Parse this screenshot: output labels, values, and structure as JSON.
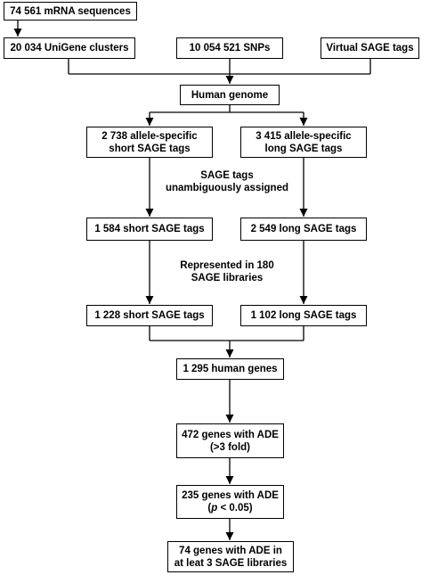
{
  "nodes": {
    "mrna": "74 561 mRNA sequences",
    "unigene": "20 034 UniGene clusters",
    "snps": "10 054 521 SNPs",
    "virtual_sage": "Virtual SAGE tags",
    "genome": "Human genome",
    "allele_short": [
      "2 738 allele-specific",
      "short SAGE tags"
    ],
    "allele_long": [
      "3 415 allele-specific",
      "long SAGE tags"
    ],
    "short_1584": "1 584 short SAGE tags",
    "long_2549": "2 549 long SAGE tags",
    "short_1228": "1 228 short SAGE tags",
    "long_1102": "1 102 long SAGE tags",
    "genes_1295": "1 295 human genes",
    "ade_472": [
      "472 genes with ADE",
      "(>3 fold)"
    ],
    "ade_235": {
      "line1": "235 genes with ADE",
      "open": "(",
      "p": "p",
      "rest": " < 0.05)"
    },
    "ade_74": [
      "74 genes with ADE in",
      "at leat 3 SAGE libraries"
    ]
  },
  "notes": {
    "unambiguous": [
      "SAGE tags",
      "unambiguously assigned"
    ],
    "represented": [
      "Represented in 180",
      "SAGE libraries"
    ]
  }
}
